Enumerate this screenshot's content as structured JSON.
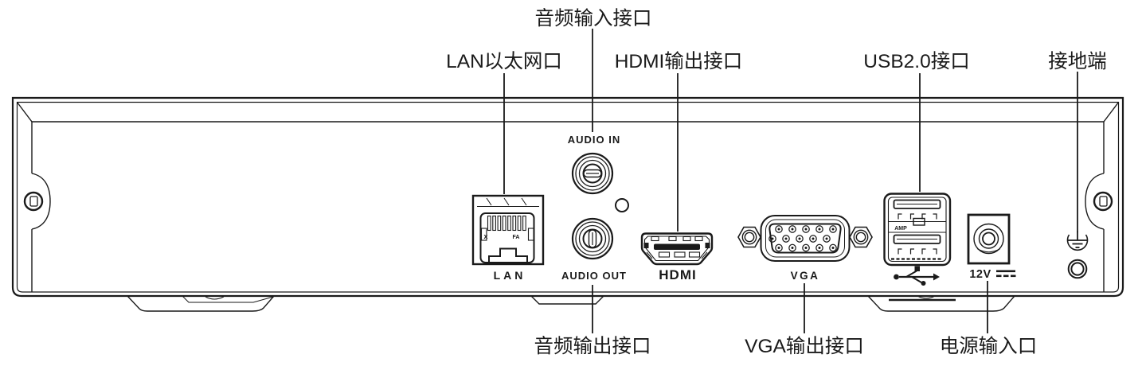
{
  "figure": {
    "type": "device-rear-panel-diagram",
    "background": "#ffffff",
    "line_color": "#1a1a1a"
  },
  "callouts": {
    "top": {
      "audio_in": "音频输入接口",
      "lan": "LAN以太网口",
      "hdmi": "HDMI输出接口",
      "usb": "USB2.0接口",
      "ground": "接地端"
    },
    "bottom": {
      "audio_out": "音频输出接口",
      "vga": "VGA输出接口",
      "power": "电源输入口"
    }
  },
  "port_labels": {
    "lan": "LAN",
    "audio_in": "AUDIO IN",
    "audio_out": "AUDIO OUT",
    "hdmi": "HDMI",
    "vga": "VGA",
    "power_voltage": "12V",
    "lan_mark_x": "x",
    "lan_mark_fa": "FA",
    "usb_mark": "AMP"
  }
}
